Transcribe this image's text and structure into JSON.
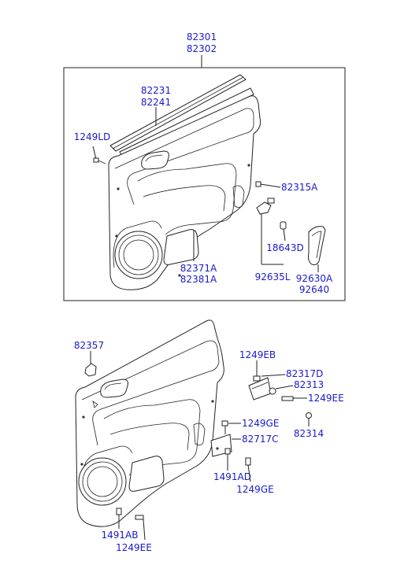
{
  "diagram": {
    "accent_color": "#1a1acc",
    "line_color": "#222222",
    "assembly_labels": [
      "82301",
      "82302"
    ],
    "upper_labels": {
      "trim_strip": [
        "82231",
        "82241"
      ],
      "clip_left": "1249LD",
      "clip_right": "82315A",
      "bulb": "18643D",
      "lamp_assy": "92635L",
      "speaker_grille": [
        "82371A",
        "82381A"
      ],
      "lens": [
        "92630A",
        "92640"
      ]
    },
    "lower_labels": {
      "plug": "82357",
      "screw_top": "1249EB",
      "bracket": "82317D",
      "bush": "82313",
      "screw_right": "1249EE",
      "nut": "82314",
      "screw_mid": "1249GE",
      "plate": "82717C",
      "screw_a": "1491AD",
      "screw_b": "1249GE",
      "bottom_a": "1491AB",
      "bottom_b": "1249EE"
    }
  }
}
